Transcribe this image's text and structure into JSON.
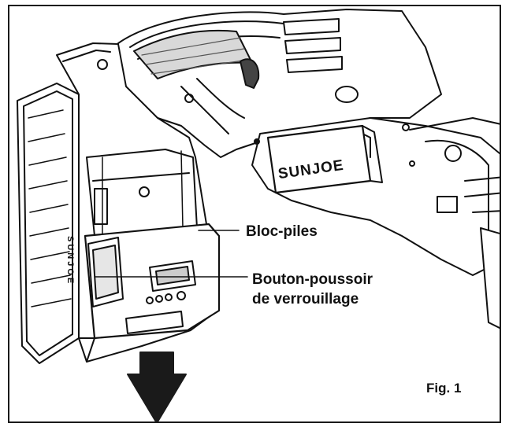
{
  "figure": {
    "labels": {
      "battery_pack": "Bloc-piles",
      "lock_button_line1": "Bouton-poussoir",
      "lock_button_line2": "de verrouillage"
    },
    "fig_label": "Fig. 1",
    "brand_logo": "SUNJOE",
    "battery_side_text": "SUNJOE",
    "icons": [
      "down-arrow-icon"
    ]
  }
}
